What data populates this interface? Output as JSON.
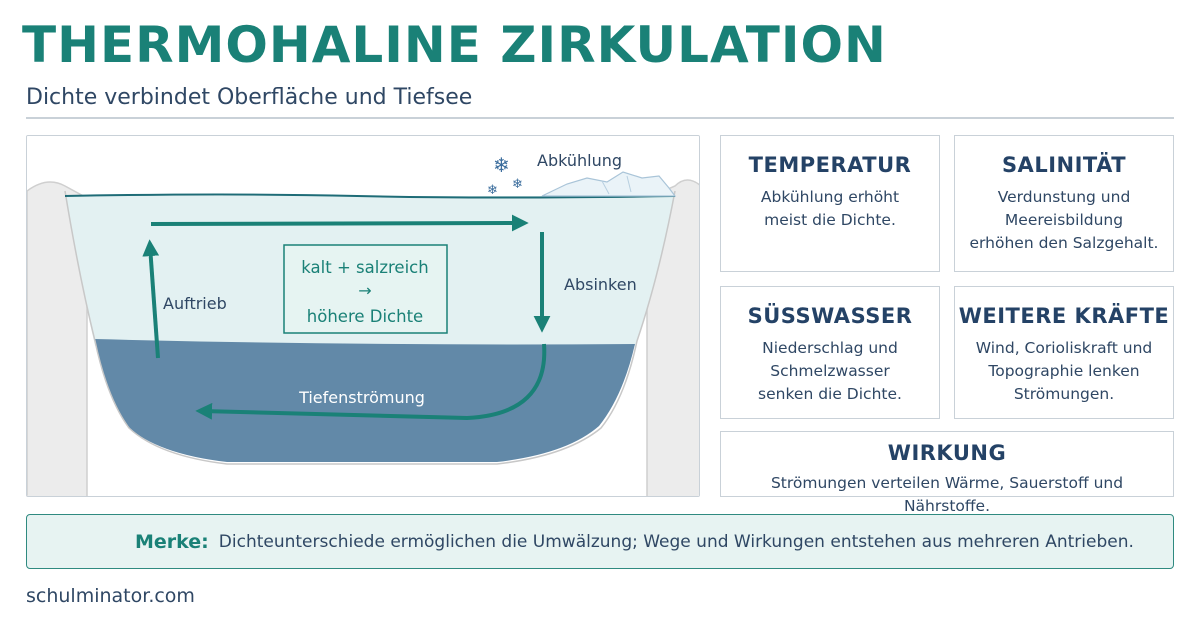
{
  "header": {
    "title": "THERMOHALINE ZIRKULATION",
    "subtitle": "Dichte verbindet Oberfläche und Tiefsee"
  },
  "diagram": {
    "labels": {
      "cooling": "Abkühlung",
      "sinking": "Absinken",
      "upwelling": "Auftrieb",
      "deep_current": "Tiefenströmung"
    },
    "density_box": {
      "line1": "kalt + salzreich",
      "arrow": "→",
      "line2": "höhere Dichte"
    },
    "colors": {
      "surface_water": "#e3f1f2",
      "deep_water": "#6289a8",
      "arrow": "#1a8177",
      "rock": "#eceded"
    }
  },
  "cards": [
    {
      "title": "TEMPERATUR",
      "lines": [
        "Abkühlung erhöht",
        "meist die Dichte."
      ]
    },
    {
      "title": "SALINITÄT",
      "lines": [
        "Verdunstung und",
        "Meereisbildung",
        "erhöhen den Salzgehalt."
      ]
    },
    {
      "title": "SÜSSWASSER",
      "lines": [
        "Niederschlag und",
        "Schmelzwasser",
        "senken die Dichte."
      ]
    },
    {
      "title": "WEITERE KRÄFTE",
      "lines": [
        "Wind, Corioliskraft und",
        "Topographie lenken",
        "Strömungen."
      ]
    },
    {
      "title": "WIRKUNG",
      "lines": [
        "Strömungen verteilen Wärme, Sauerstoff und Nährstoffe."
      ]
    }
  ],
  "merke": {
    "label": "Merke:",
    "text": "Dichteunterschiede ermöglichen die Umwälzung; Wege und Wirkungen entstehen aus mehreren Antrieben."
  },
  "footer": {
    "site": "schulminator.com"
  }
}
